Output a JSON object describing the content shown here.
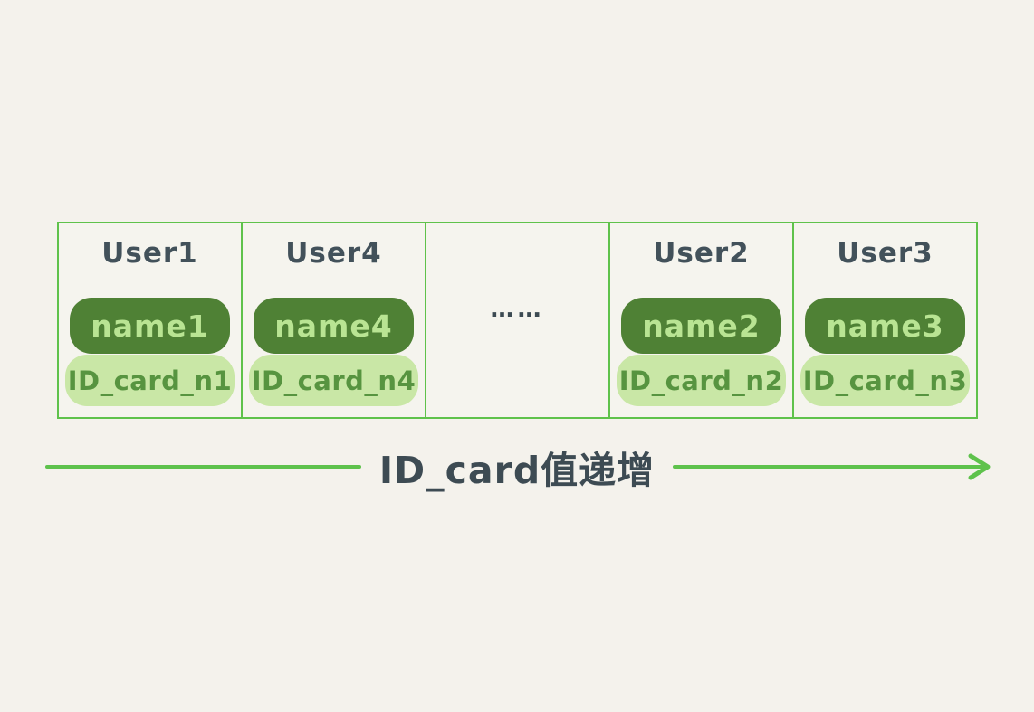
{
  "colors": {
    "background": "#f4f2ec",
    "grid_green": "#5fc24b",
    "badge_dark_green": "#4f8135",
    "badge_dark_text": "#b9e493",
    "badge_light_green": "#c9e7a6",
    "badge_light_text": "#579440",
    "title_slate": "#42515a",
    "arrow_green": "#5ec24c"
  },
  "table": {
    "cells": [
      {
        "type": "user",
        "title": "User1",
        "name_label": "name1",
        "id_label": "ID_card_n1"
      },
      {
        "type": "user",
        "title": "User4",
        "name_label": "name4",
        "id_label": "ID_card_n4"
      },
      {
        "type": "ellipsis",
        "label": "……"
      },
      {
        "type": "user",
        "title": "User2",
        "name_label": "name2",
        "id_label": "ID_card_n2"
      },
      {
        "type": "user",
        "title": "User3",
        "name_label": "name3",
        "id_label": "ID_card_n3"
      }
    ]
  },
  "arrow": {
    "label": "ID_card值递增"
  }
}
